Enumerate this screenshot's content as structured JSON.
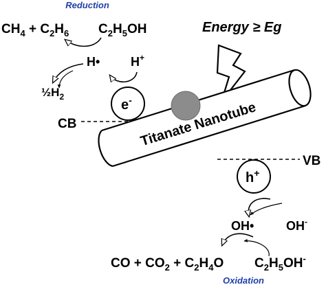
{
  "header_label": "Reduction",
  "footer_label": "Oxidation",
  "energy_label": "Energy ≥ Eg",
  "tube_label": "Titanate Nanotube",
  "cb_label": "CB",
  "vb_label": "VB",
  "reduction": {
    "product_left": {
      "parts": [
        [
          "CH",
          ""
        ],
        [
          "4",
          "sub"
        ],
        [
          " + C",
          ""
        ],
        [
          "2",
          "sub"
        ],
        [
          "H",
          ""
        ],
        [
          "6",
          "sub"
        ]
      ]
    },
    "reactant_right": {
      "parts": [
        [
          "C",
          ""
        ],
        [
          "2",
          "sub"
        ],
        [
          "H",
          ""
        ],
        [
          "5",
          "sub"
        ],
        [
          "OH",
          ""
        ]
      ]
    },
    "h_radical": "H•",
    "h_ion": {
      "parts": [
        [
          "H",
          ""
        ],
        [
          "+",
          "sup"
        ]
      ]
    },
    "half_h2": {
      "parts": [
        [
          "½H",
          ""
        ],
        [
          "2",
          "sub"
        ]
      ]
    },
    "electron": {
      "parts": [
        [
          "e",
          ""
        ],
        [
          "-",
          "sup"
        ]
      ]
    }
  },
  "oxidation": {
    "hole": {
      "parts": [
        [
          "h",
          ""
        ],
        [
          "+",
          "sup"
        ]
      ]
    },
    "oh_radical": "OH•",
    "oh_ion": {
      "parts": [
        [
          "OH",
          ""
        ],
        [
          "-",
          "sup"
        ]
      ]
    },
    "product_left": {
      "parts": [
        [
          "CO + CO",
          ""
        ],
        [
          "2",
          "sub"
        ],
        [
          " + C",
          ""
        ],
        [
          "2",
          "sub"
        ],
        [
          "H",
          ""
        ],
        [
          "4",
          "sub"
        ],
        [
          "O",
          ""
        ]
      ]
    },
    "reactant_right": {
      "parts": [
        [
          "C",
          ""
        ],
        [
          "2",
          "sub"
        ],
        [
          "H",
          ""
        ],
        [
          "5",
          "sub"
        ],
        [
          "OH",
          ""
        ],
        [
          "-",
          "sup"
        ]
      ]
    }
  },
  "colors": {
    "text": "#000000",
    "accent": "#1f3fa8",
    "particle": "#8c8c8c",
    "background": "#ffffff"
  }
}
